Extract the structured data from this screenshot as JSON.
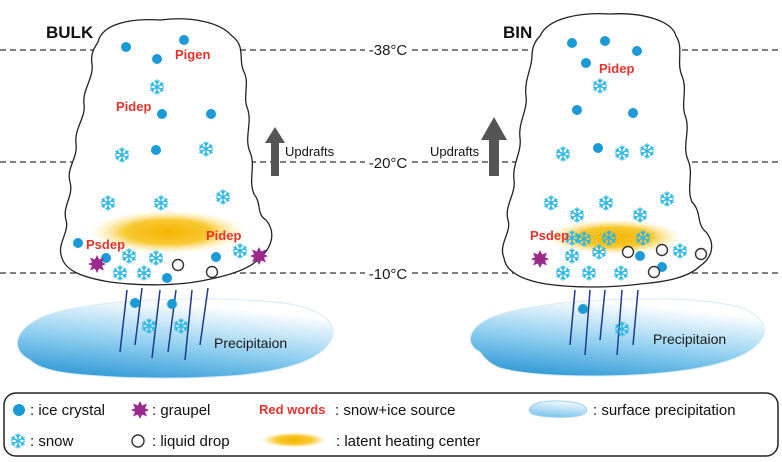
{
  "panels": [
    {
      "title": "BULK",
      "updrafts_label": "Updrafts",
      "precip_label": "Precipitaion",
      "red_labels": [
        "Pigen",
        "Pidep",
        "Pidep",
        "Psdep"
      ]
    },
    {
      "title": "BIN",
      "updrafts_label": "Updrafts",
      "precip_label": "Precipitaion",
      "red_labels": [
        "Pidep",
        "Psdep"
      ]
    }
  ],
  "temperature_levels": [
    "-38°C",
    "-20°C",
    "-10°C"
  ],
  "legend": {
    "ice_crystal": ": ice crystal",
    "graupel": ": graupel",
    "red_words_key": "Red words",
    "red_words_desc": ": snow+ice source",
    "surface_precip": ": surface precipitation",
    "snow": ": snow",
    "liquid_drop": ": liquid drop",
    "latent_heating": ": latent heating center"
  },
  "colors": {
    "ice": "#1a9ad6",
    "snow": "#29b6e8",
    "graupel": "#9b2a8c",
    "red_words": "#e8332c",
    "latent_heating": "#f5b800",
    "precip": "#2a9fd8"
  }
}
